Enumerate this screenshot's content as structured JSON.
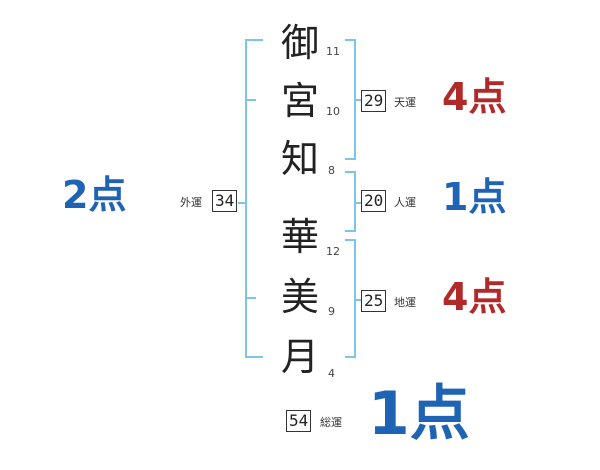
{
  "colors": {
    "bracket": "#7ec4e6",
    "good": "#1f64b4",
    "bad": "#b02a2a"
  },
  "surname": [
    {
      "char": "御",
      "strokes": "11"
    },
    {
      "char": "宮",
      "strokes": "10"
    }
  ],
  "given": [
    {
      "char": "知",
      "strokes": "8"
    },
    {
      "char": "華",
      "strokes": "12"
    },
    {
      "char": "美",
      "strokes": "9"
    },
    {
      "char": "月",
      "strokes": "4"
    }
  ],
  "fortunes": {
    "tenun": {
      "label": "天運",
      "value": "29",
      "score": "4点"
    },
    "jinun": {
      "label": "人運",
      "value": "20",
      "score": "1点"
    },
    "chiun": {
      "label": "地運",
      "value": "25",
      "score": "4点"
    },
    "gaiun": {
      "label": "外運",
      "value": "34",
      "score": "2点"
    },
    "soun": {
      "label": "総運",
      "value": "54",
      "score": "1点"
    }
  }
}
